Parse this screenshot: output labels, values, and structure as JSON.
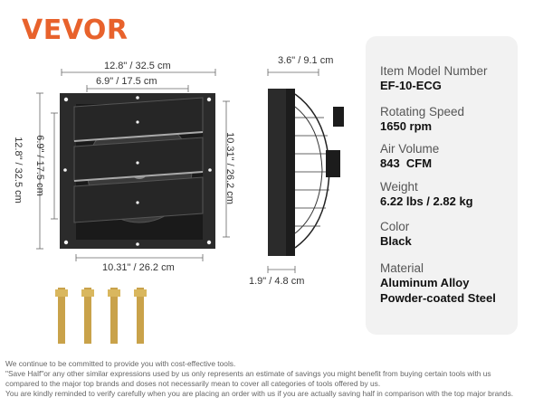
{
  "brand": {
    "logo_text": "VEVOR",
    "accent_color": "#e8622c"
  },
  "dimensions": {
    "front_width": "12.8\" / 32.5 cm",
    "front_inner_width": "6.9\" / 17.5 cm",
    "front_height": "12.8\" / 32.5 cm",
    "front_inner_height": "6.9\" / 17.5 cm",
    "front_right_height": "10.31\" / 26.2 cm",
    "front_bottom_width": "10.31\" / 26.2 cm",
    "side_depth_top": "3.6\" / 9.1 cm",
    "side_depth_bottom": "1.9\" / 4.8 cm"
  },
  "specs": [
    {
      "label": "Item Model Number",
      "value": "EF-10-ECG"
    },
    {
      "label": "Rotating Speed",
      "value": "1650 rpm"
    },
    {
      "label": "Air Volume",
      "value": "843  CFM"
    },
    {
      "label": "Weight",
      "value": "6.22 lbs / 2.82 kg"
    },
    {
      "label": "Color",
      "value": "Black"
    },
    {
      "label": "Material",
      "value": "Aluminum Alloy",
      "value2": "Powder-coated Steel"
    }
  ],
  "disclaimer": [
    "We continue to be committed to provide you with cost-effective tools.",
    "\"Save Half\"or any other similar expressions used by us only represents an estimate of savings you might benefit from buying certain tools with us",
    "compared to the major top brands and doses not necessarily mean to cover all categories of tools offered by us.",
    "You are kindly reminded to verify carefully when you are placing an order with us if you are actually saving half in comparison with the top major brands."
  ]
}
